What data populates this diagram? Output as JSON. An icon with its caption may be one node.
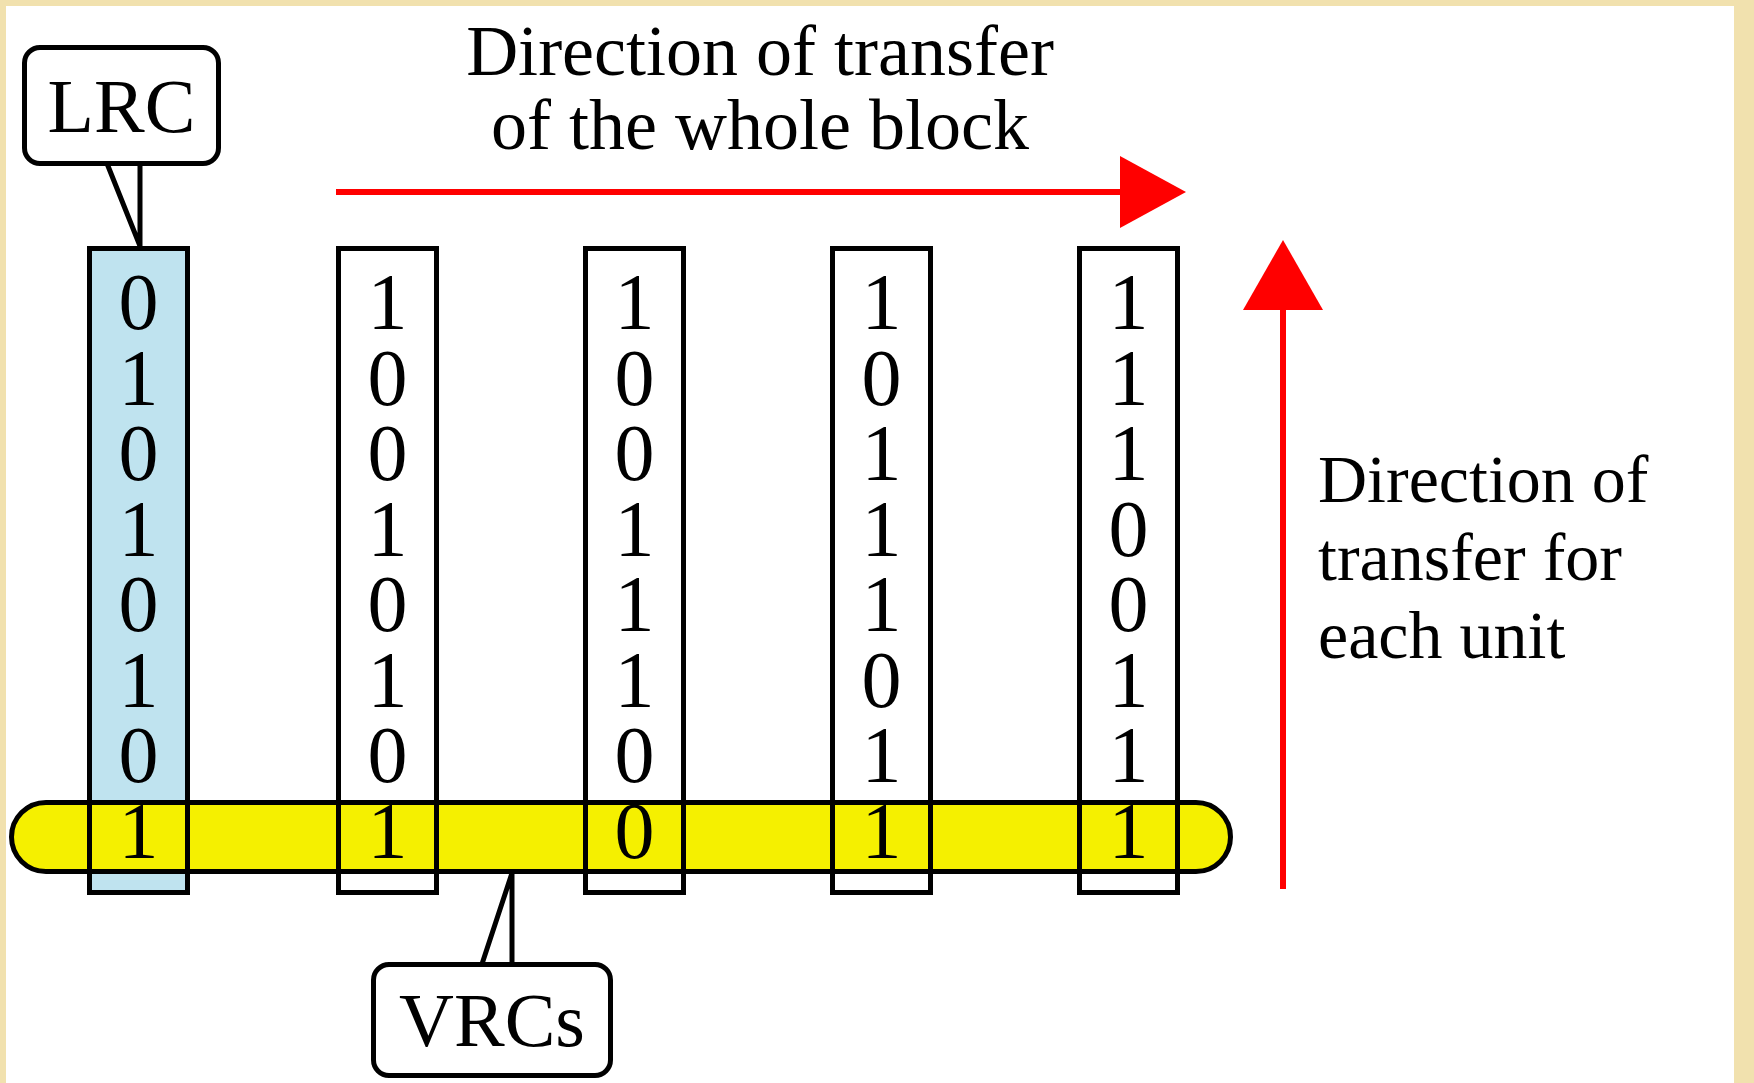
{
  "diagram": {
    "nodes": [
      {
        "text": [
          "LRC"
        ]
      },
      {
        "text": [
          "0",
          "1",
          "0",
          "1",
          "0",
          "1",
          "0",
          "1"
        ]
      },
      {
        "text": [
          "1",
          "0",
          "0",
          "1",
          "0",
          "1",
          "0",
          "1"
        ]
      },
      {
        "text": [
          "1",
          "0",
          "0",
          "1",
          "1",
          "1",
          "0",
          "0"
        ]
      },
      {
        "text": [
          "1",
          "0",
          "1",
          "1",
          "1",
          "0",
          "1",
          "1"
        ]
      },
      {
        "text": [
          "1",
          "1",
          "1",
          "0",
          "0",
          "1",
          "1",
          "1"
        ]
      },
      {
        "text": [],
        "shape": "ellipse"
      },
      {
        "text": [
          "VRCs"
        ]
      }
    ],
    "edges": [
      {
        "from": 0,
        "to": 1,
        "arrow": "none"
      },
      {
        "from": 7,
        "to": 6,
        "arrow": "none"
      }
    ],
    "labels": [
      "Direction of transfer of the whole block",
      "Direction of transfer for each unit"
    ]
  }
}
